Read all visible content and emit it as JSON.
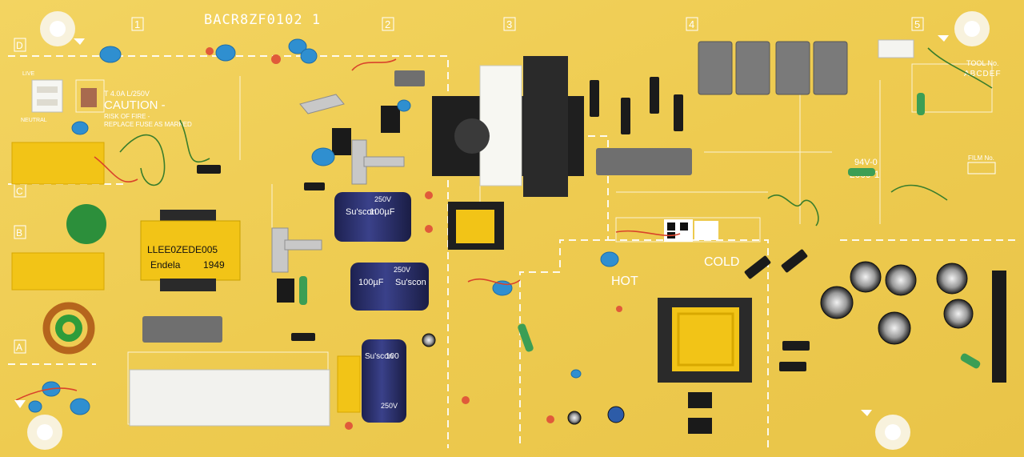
{
  "board": {
    "part_number": "BACR8ZF0102 1",
    "grid_columns": [
      "1",
      "2",
      "3",
      "4",
      "5"
    ],
    "grid_rows": [
      "D",
      "C",
      "B",
      "A"
    ],
    "tool_label": "TOOL No.",
    "tool_letters": "ABCDEF",
    "film_label": "FILM No.",
    "rating": "94V-0",
    "year": "2009-1",
    "hot_label": "HOT",
    "cold_label": "COLD",
    "neutral_label": "NEUTRAL",
    "live_label": "LIVE"
  },
  "fuse": {
    "rating": "T 4.0A L/250V",
    "caution": "CAUTION -",
    "warning_line1": "RISK OF FIRE -",
    "warning_line2": "REPLACE FUSE AS MARKED"
  },
  "transformer": {
    "line1": "LLEE0ZEDE005",
    "line2_brand": "Endela",
    "line2_code": "1949"
  },
  "capacitors": [
    {
      "brand": "Su'scon",
      "value": "100µF",
      "voltage": "250V"
    },
    {
      "brand": "Su'scon",
      "value": "100µF",
      "voltage": "250V"
    },
    {
      "brand": "Su'scon",
      "value": "100",
      "voltage": "250V"
    }
  ],
  "colors": {
    "pcb": "#f0cf55",
    "silkscreen": "#ffffff",
    "ceramic_cap": "#2f8fd0",
    "electrolytic": "#2a2f6e",
    "film_cap": "#f2c417",
    "relay_gray": "#6f6f6f",
    "toroid_copper": "#b5651d"
  }
}
